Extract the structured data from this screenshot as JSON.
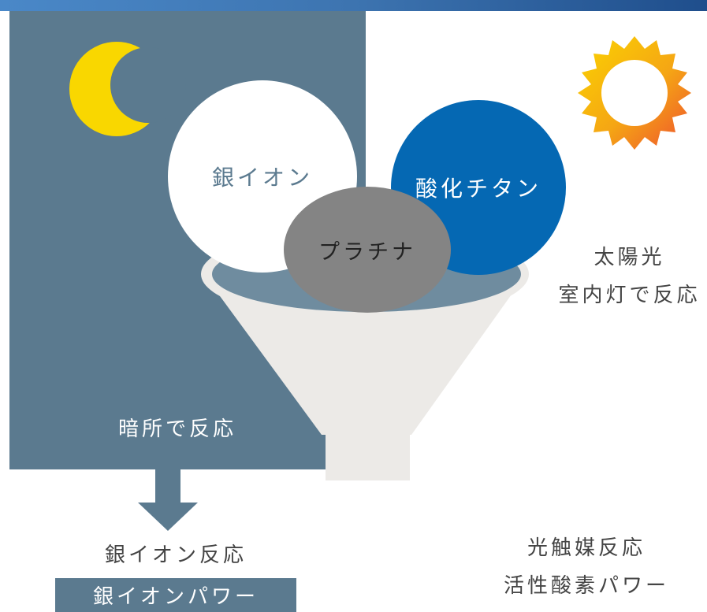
{
  "circles": {
    "silver_ion": "銀イオン",
    "titanium_oxide": "酸化チタン",
    "platinum": "プラチナ"
  },
  "labels": {
    "dark_reaction": "暗所で反応",
    "light_line1": "太陽光",
    "light_line2": "室内灯で反応",
    "silver_reaction": "銀イオン反応",
    "silver_power": "銀イオンパワー",
    "photocatalyst_line1": "光触媒反応",
    "photocatalyst_line2": "活性酸素パワー"
  },
  "icons": {
    "moon": "crescent-moon",
    "sun": "sun"
  },
  "colors": {
    "dark_panel": "#5b7a8f",
    "titanium": "#0568b3",
    "platinum": "#848484",
    "moon": "#f7d600",
    "sun_inner": "#f5c400",
    "sun_outer": "#ee6a2b"
  }
}
